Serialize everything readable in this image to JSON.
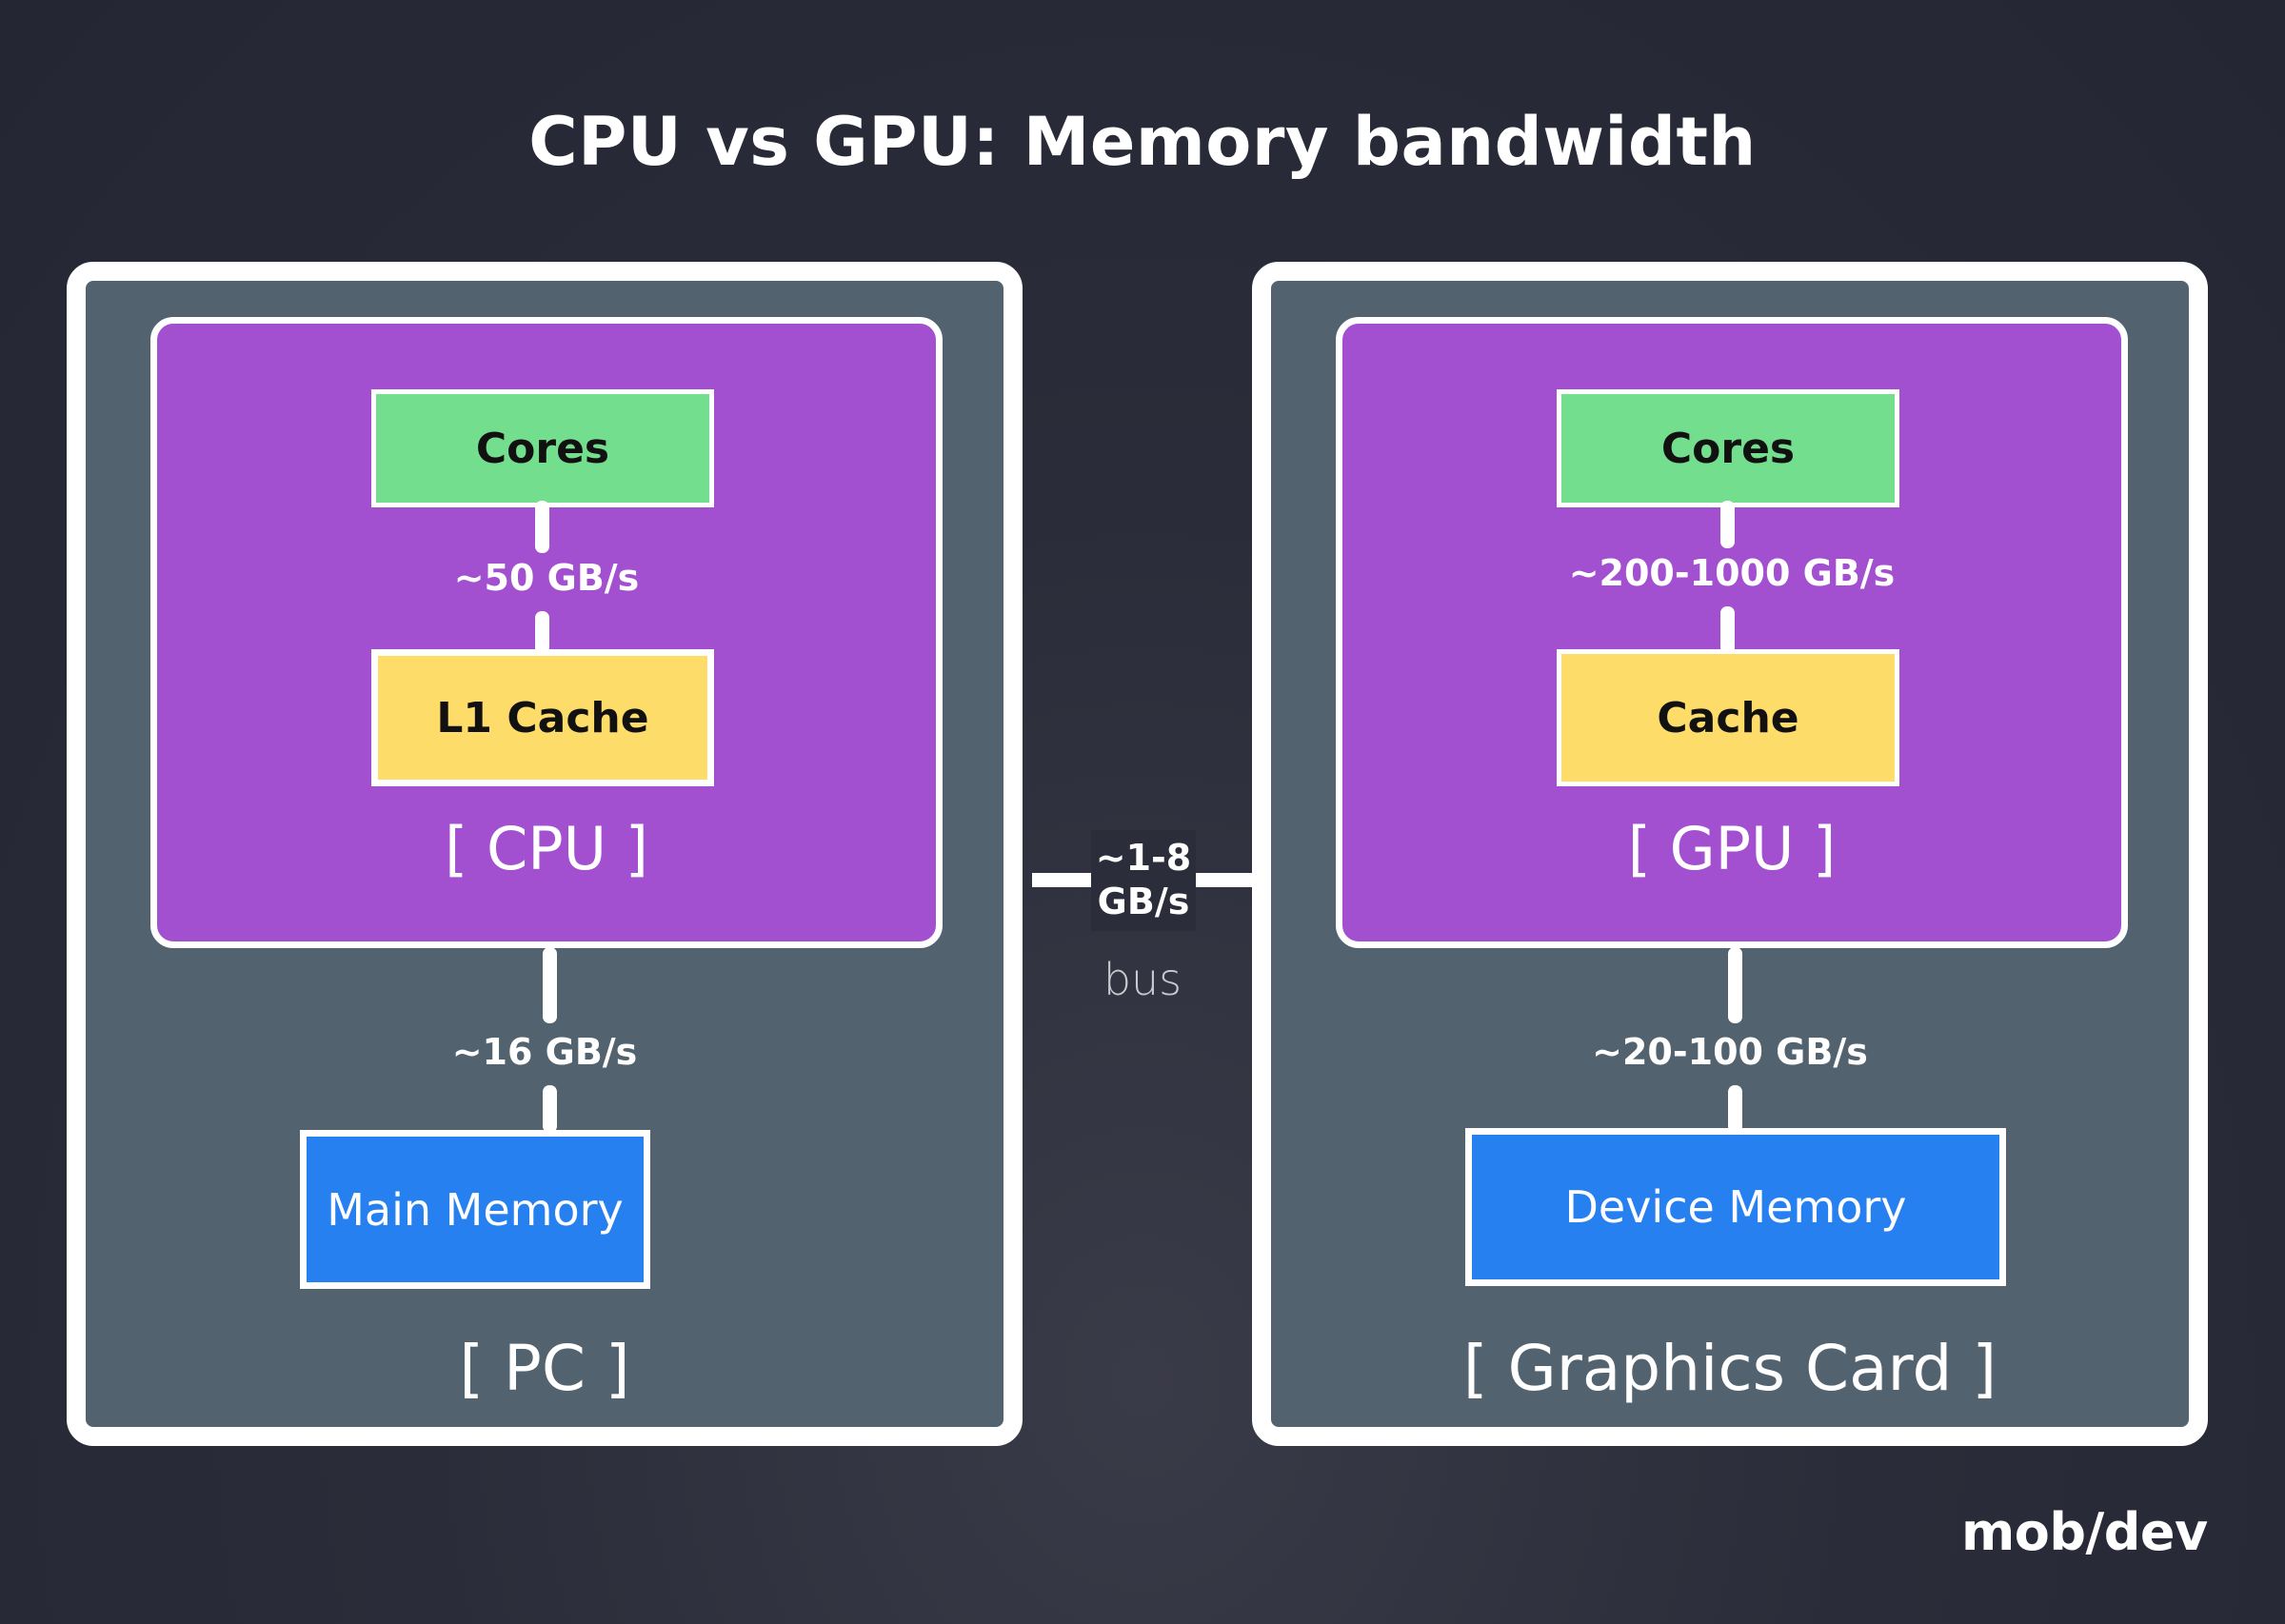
{
  "title": "CPU vs GPU: Memory bandwidth",
  "colors": {
    "background": "#2a2c39",
    "outer_box": "#52636f",
    "chip": "#a24fd0",
    "cores": "#74de8f",
    "cache": "#fddc69",
    "memory": "#2780f0",
    "border": "#ffffff"
  },
  "left": {
    "outer_label": "[ PC ]",
    "chip_label": "[ CPU ]",
    "cores_label": "Cores",
    "cores_to_cache_bandwidth": "~50 GB/s",
    "cache_label": "L1 Cache",
    "chip_to_memory_bandwidth": "~16 GB/s",
    "memory_label": "Main Memory"
  },
  "right": {
    "outer_label": "[ Graphics Card ]",
    "chip_label": "[ GPU ]",
    "cores_label": "Cores",
    "cores_to_cache_bandwidth": "~200-1000 GB/s",
    "cache_label": "Cache",
    "chip_to_memory_bandwidth": "~20-100 GB/s",
    "memory_label": "Device Memory"
  },
  "bus": {
    "bandwidth_line1": "~1-8",
    "bandwidth_line2": "GB/s",
    "label": "bus"
  },
  "logo": "mob/dev"
}
